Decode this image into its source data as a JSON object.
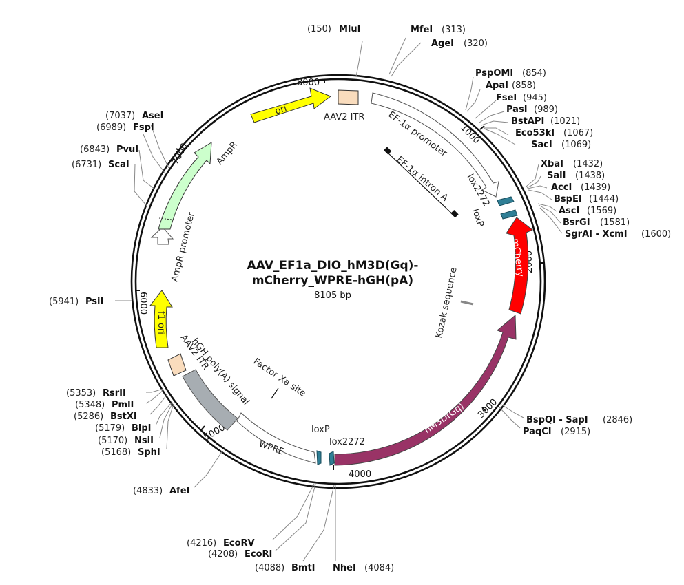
{
  "plasmid": {
    "name_line1": "AAV_EF1a_DIO_hM3D(Gq)-",
    "name_line2": "mCherry_WPRE-hGH(pA)",
    "length_label": "8105 bp"
  },
  "scale_ticks": [
    "1000",
    "2000",
    "3000",
    "4000",
    "5000",
    "6000",
    "7000",
    "8000"
  ],
  "features": [
    {
      "name": "ori",
      "color": "#ffff00",
      "kind": "arrow"
    },
    {
      "name": "AAV2 ITR",
      "color": "#f9dcbd",
      "kind": "box"
    },
    {
      "name": "EF-1α promoter",
      "color": "#ffffff",
      "kind": "arrow"
    },
    {
      "name": "EF-1α intron A",
      "color": "#000000",
      "kind": "marker"
    },
    {
      "name": "lox2272",
      "color": "#2f7f96",
      "kind": "small-arrow"
    },
    {
      "name": "loxP",
      "color": "#2f7f96",
      "kind": "small-arrow"
    },
    {
      "name": "mCherry",
      "color": "#ff0000",
      "kind": "arrow"
    },
    {
      "name": "Kozak sequence",
      "color": "#888888",
      "kind": "tick"
    },
    {
      "name": "hM3D(Gq)",
      "color": "#993366",
      "kind": "arrow"
    },
    {
      "name": "lox2272",
      "color": "#2f7f96",
      "kind": "small-arrow"
    },
    {
      "name": "loxP",
      "color": "#2f7f96",
      "kind": "small-arrow"
    },
    {
      "name": "WPRE",
      "color": "#ffffff",
      "kind": "box"
    },
    {
      "name": "Factor Xa site",
      "color": "#888888",
      "kind": "tick"
    },
    {
      "name": "hGH poly(A) signal",
      "color": "#a7adb2",
      "kind": "box"
    },
    {
      "name": "AAV2 ITR",
      "color": "#f9dcbd",
      "kind": "box"
    },
    {
      "name": "f1 ori",
      "color": "#ffff00",
      "kind": "arrow"
    },
    {
      "name": "AmpR promoter",
      "color": "#ffffff",
      "kind": "arrow"
    },
    {
      "name": "AmpR",
      "color": "#ccffcc",
      "kind": "arrow"
    }
  ],
  "restriction_sites": [
    {
      "name": "MluI",
      "position": "(150)"
    },
    {
      "name": "MfeI",
      "position": "(313)"
    },
    {
      "name": "AgeI",
      "position": "(320)"
    },
    {
      "name": "PspOMI",
      "position": "(854)"
    },
    {
      "name": "ApaI",
      "position": "(858)"
    },
    {
      "name": "FseI",
      "position": "(945)"
    },
    {
      "name": "PasI",
      "position": "(989)"
    },
    {
      "name": "BstAPI",
      "position": "(1021)"
    },
    {
      "name": "Eco53kI",
      "position": "(1067)"
    },
    {
      "name": "SacI",
      "position": "(1069)"
    },
    {
      "name": "XbaI",
      "position": "(1432)"
    },
    {
      "name": "SalI",
      "position": "(1438)"
    },
    {
      "name": "AccI",
      "position": "(1439)"
    },
    {
      "name": "BspEI",
      "position": "(1444)"
    },
    {
      "name": "AscI",
      "position": "(1569)"
    },
    {
      "name": "BsrGI",
      "position": "(1581)"
    },
    {
      "name": "SgrAI - XcmI",
      "position": "(1600)"
    },
    {
      "name": "BspQI - SapI",
      "position": "(2846)"
    },
    {
      "name": "PaqCI",
      "position": "(2915)"
    },
    {
      "name": "NheI",
      "position": "(4084)"
    },
    {
      "name": "BmtI",
      "position": "(4088)"
    },
    {
      "name": "EcoRI",
      "position": "(4208)"
    },
    {
      "name": "EcoRV",
      "position": "(4216)"
    },
    {
      "name": "AfeI",
      "position": "(4833)"
    },
    {
      "name": "SphI",
      "position": "(5168)"
    },
    {
      "name": "NsiI",
      "position": "(5170)"
    },
    {
      "name": "BlpI",
      "position": "(5179)"
    },
    {
      "name": "BstXI",
      "position": "(5286)"
    },
    {
      "name": "PmlI",
      "position": "(5348)"
    },
    {
      "name": "RsrII",
      "position": "(5353)"
    },
    {
      "name": "PsiI",
      "position": "(5941)"
    },
    {
      "name": "ScaI",
      "position": "(6731)"
    },
    {
      "name": "PvuI",
      "position": "(6843)"
    },
    {
      "name": "FspI",
      "position": "(6989)"
    },
    {
      "name": "AseI",
      "position": "(7037)"
    }
  ]
}
